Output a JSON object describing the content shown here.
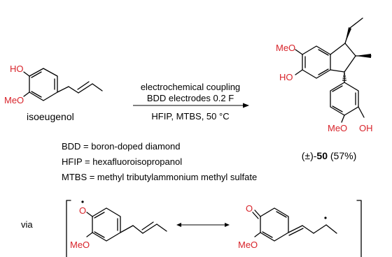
{
  "colors": {
    "oxygen_label": "#d8232a",
    "bond": "#000000",
    "text": "#000000",
    "background": "#ffffff"
  },
  "reactant": {
    "ho": "HO",
    "meo": "MeO",
    "name": "isoeugenol"
  },
  "conditions": {
    "line1": "electrochemical coupling",
    "line2": "BDD electrodes  0.2 F",
    "line3": "HFIP,  MTBS, 50 °C"
  },
  "product": {
    "meo_top": "MeO",
    "ho_left": "HO",
    "meo_aryl": "MeO",
    "oh_aryl": "OH",
    "label_prefix": "(±)-",
    "label_number": "50",
    "label_yield": " (57%)"
  },
  "abbreviations": [
    "BDD = boron-doped diamond",
    "HFIP = hexafluoroisopropanol",
    "MTBS = methyl tributylammonium methyl sulfate"
  ],
  "resonance": {
    "via": "via",
    "radical_o": "O",
    "meo_left": "MeO",
    "quinone_o": "O",
    "meo_right": "MeO"
  }
}
